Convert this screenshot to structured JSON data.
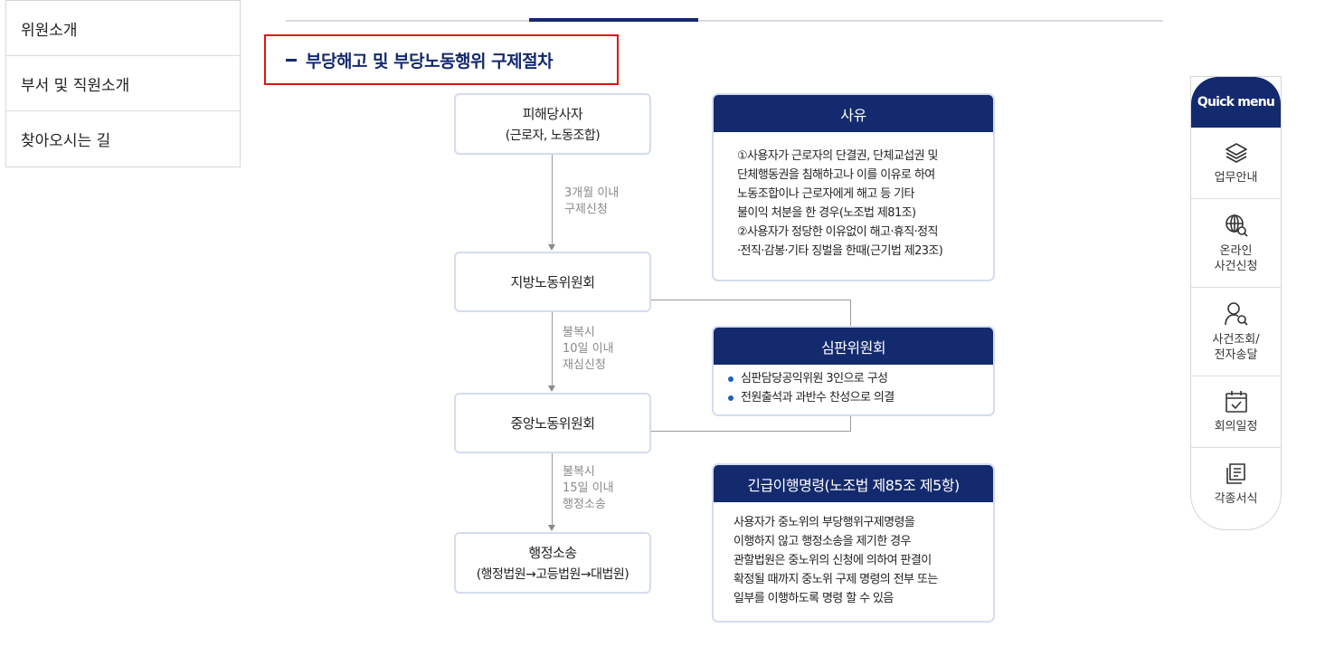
{
  "submenu": {
    "items": [
      {
        "label": "위원소개"
      },
      {
        "label": "부서 및 직원소개"
      },
      {
        "label": "찾아오시는 길"
      }
    ]
  },
  "section": {
    "title": "부당해고 및 부당노동행위 구제절차"
  },
  "flow": {
    "steps": [
      {
        "label": "피해당사자",
        "sub": "(근로자, 노동조합)"
      },
      {
        "label": "지방노동위원회",
        "sub": ""
      },
      {
        "label": "중앙노동위원회",
        "sub": ""
      },
      {
        "label": "행정소송",
        "sub": "(행정법원→고등법원→대법원)"
      }
    ],
    "notes": [
      "3개월 이내\n구제신청",
      "불복시\n10일 이내\n재심신청",
      "불복시\n15일 이내\n행정소송"
    ]
  },
  "panels": {
    "reason": {
      "title": "사유",
      "body": "①사용자가 근로자의 단결권, 단체교섭권 및\n단체행동권을 침해하고나 이를 이유로 하여\n노동조합이나 근로자에게 해고 등 기타\n불이익 처분을 한 경우(노조법 제81조)\n②사용자가 정당한 이유없이 해고·휴직·정직\n·전직·감봉·기타 징벌을 한때(근기법 제23조)"
    },
    "tribunal": {
      "title": "심판위원회",
      "items": [
        "심판담당공익위원 3인으로 구성",
        "전원출석과 과반수 찬성으로 의결"
      ]
    },
    "emergency": {
      "title": "긴급이행명령(노조법 제85조 제5항)",
      "body": "사용자가 중노위의 부당행위구제명령을\n이행하지 않고 행정소송을 제기한 경우\n관할법원은 중노위의 신청에 의하여 판결이\n확정될 때까지 중노위 구제 명령의 전부 또는\n일부를 이행하도록 명령 할 수 있음"
    }
  },
  "quick": {
    "title": "Quick menu",
    "items": [
      {
        "label": "업무안내",
        "icon": "layers-icon"
      },
      {
        "label": "온라인\n사건신청",
        "icon": "globe-search-icon"
      },
      {
        "label": "사건조회/\n전자송달",
        "icon": "user-search-icon"
      },
      {
        "label": "회의일정",
        "icon": "calendar-check-icon"
      },
      {
        "label": "각종서식",
        "icon": "document-icon"
      }
    ]
  },
  "colors": {
    "navy": "#142a6e",
    "highlight_border": "#e0140f",
    "box_border": "#d5dcef",
    "bullet": "#1d63b5"
  }
}
